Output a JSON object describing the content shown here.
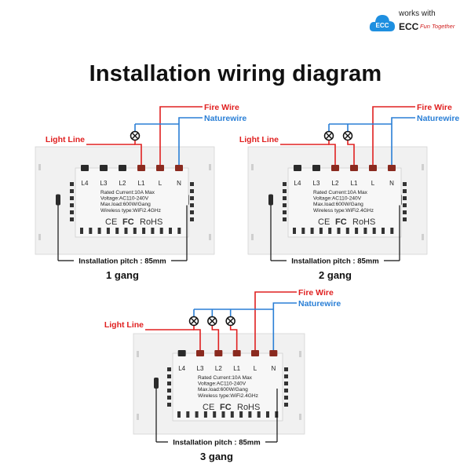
{
  "brand": {
    "works_with": "works with",
    "name": "ECC",
    "tagline": "Fun Together",
    "logo_text": "ECC",
    "logo_icon": "cloud-icon",
    "logo_color": "#1e8fe0"
  },
  "title": "Installation wiring diagram",
  "colors": {
    "fire_wire": "#e02020",
    "nature_wire": "#2a7fd6",
    "label_black": "#111111",
    "plate": "#f1f1f1",
    "body": "#f7f7f7"
  },
  "wire_labels": {
    "fire": "Fire Wire",
    "nature": "Naturewire",
    "light": "Light Line"
  },
  "switch_specs": {
    "rated_current": "Rated Current:10A Max",
    "voltage": "Voltage:AC110-240V",
    "max_load": "Max.load:600W/Gang",
    "wireless": "Wireless type:WiFi2.4GHz",
    "certs": [
      "CE",
      "FC",
      "RoHS"
    ]
  },
  "terminals": [
    "L4",
    "L3",
    "L2",
    "L1",
    "L",
    "N"
  ],
  "pitch_label": "Installation pitch : 85mm",
  "diagrams": [
    {
      "gang_label": "1 gang",
      "lamps": 1
    },
    {
      "gang_label": "2 gang",
      "lamps": 2
    },
    {
      "gang_label": "3 gang",
      "lamps": 3
    }
  ]
}
